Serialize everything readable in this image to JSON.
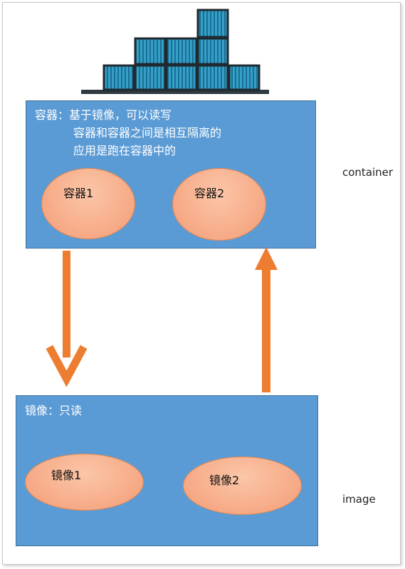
{
  "container_box": {
    "lines": [
      "容器：基于镜像，可以读写",
      "容器和容器之间是相互隔离的",
      "应用是跑在容器中的"
    ],
    "ellipses": [
      "容器1",
      "容器2"
    ],
    "side_label": "container"
  },
  "image_box": {
    "title": "镜像：只读",
    "ellipses": [
      "镜像1",
      "镜像2"
    ],
    "side_label": "image"
  },
  "colors": {
    "box_fill": "#5b9bd5",
    "ellipse_fill": "#f7ad8a",
    "arrow": "#ed7d31",
    "icon_container": "#2b7da3"
  },
  "icons": {
    "stack": "container-stack-icon"
  }
}
